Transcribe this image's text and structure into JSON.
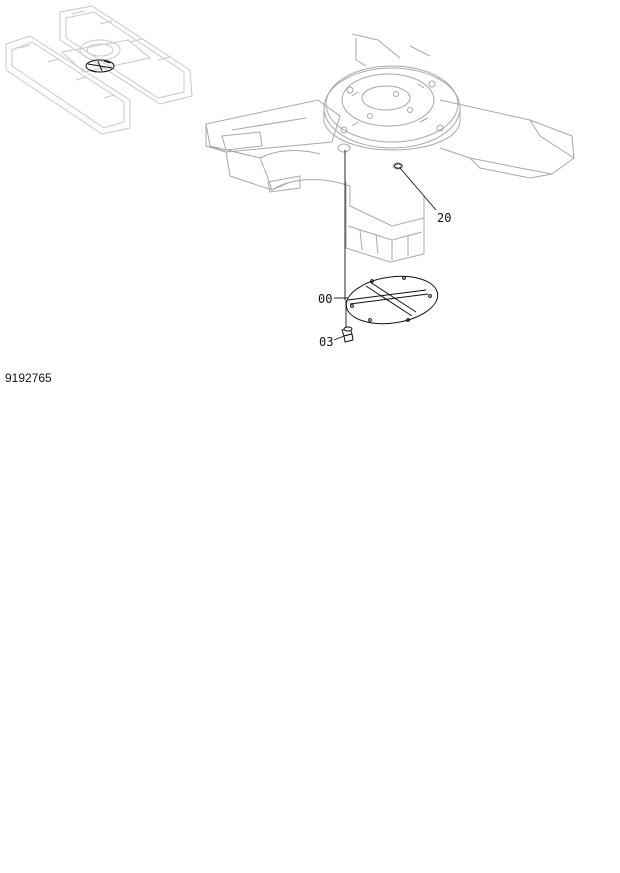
{
  "diagram": {
    "callouts": {
      "part_20": "20",
      "part_00": "00",
      "part_03": "03"
    },
    "drawing_number": "9192765"
  }
}
